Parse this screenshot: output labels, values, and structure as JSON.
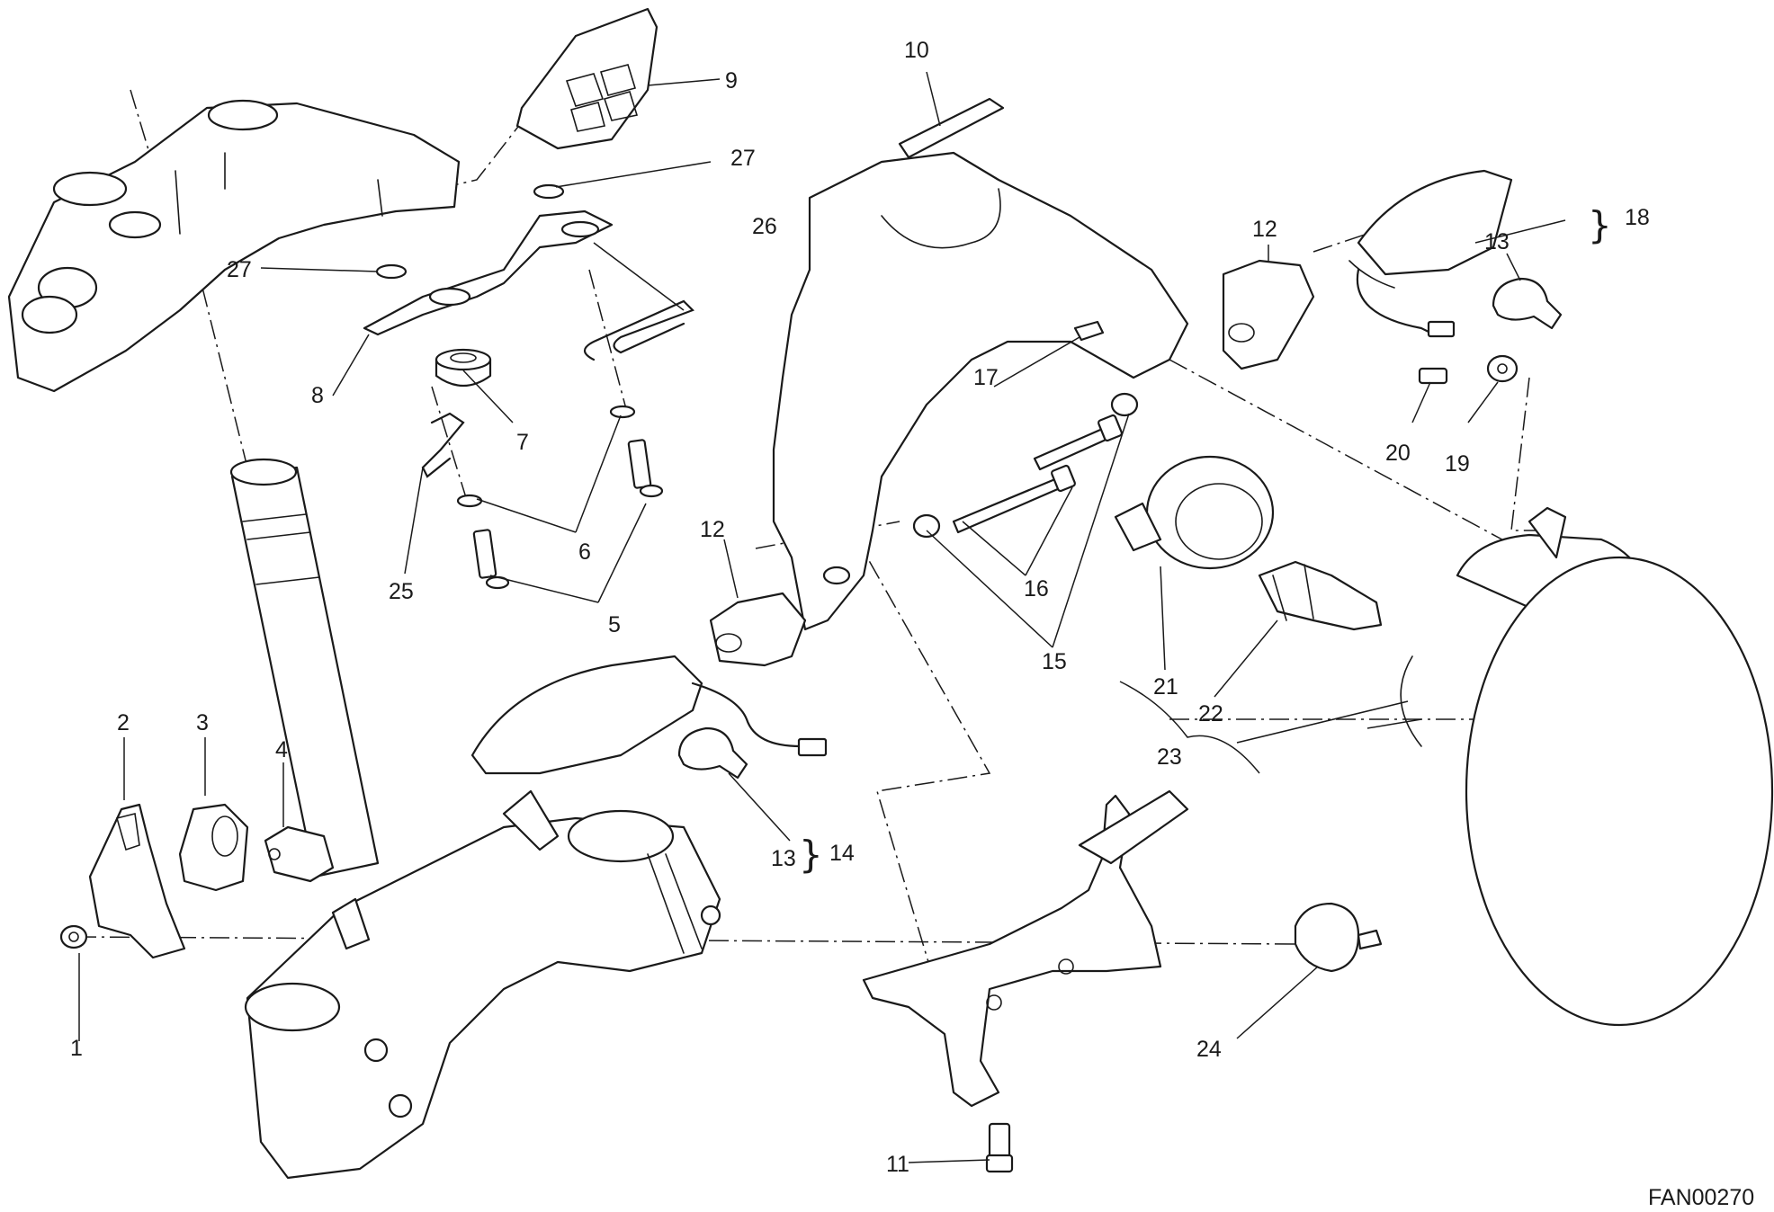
{
  "drawing_code": "FAN00270",
  "callouts": [
    "1",
    "2",
    "3",
    "4",
    "5",
    "6",
    "7",
    "8",
    "9",
    "10",
    "11",
    "12",
    "12",
    "13",
    "13",
    "14",
    "15",
    "16",
    "17",
    "18",
    "19",
    "20",
    "21",
    "22",
    "23",
    "24",
    "25",
    "26",
    "27",
    "27"
  ]
}
